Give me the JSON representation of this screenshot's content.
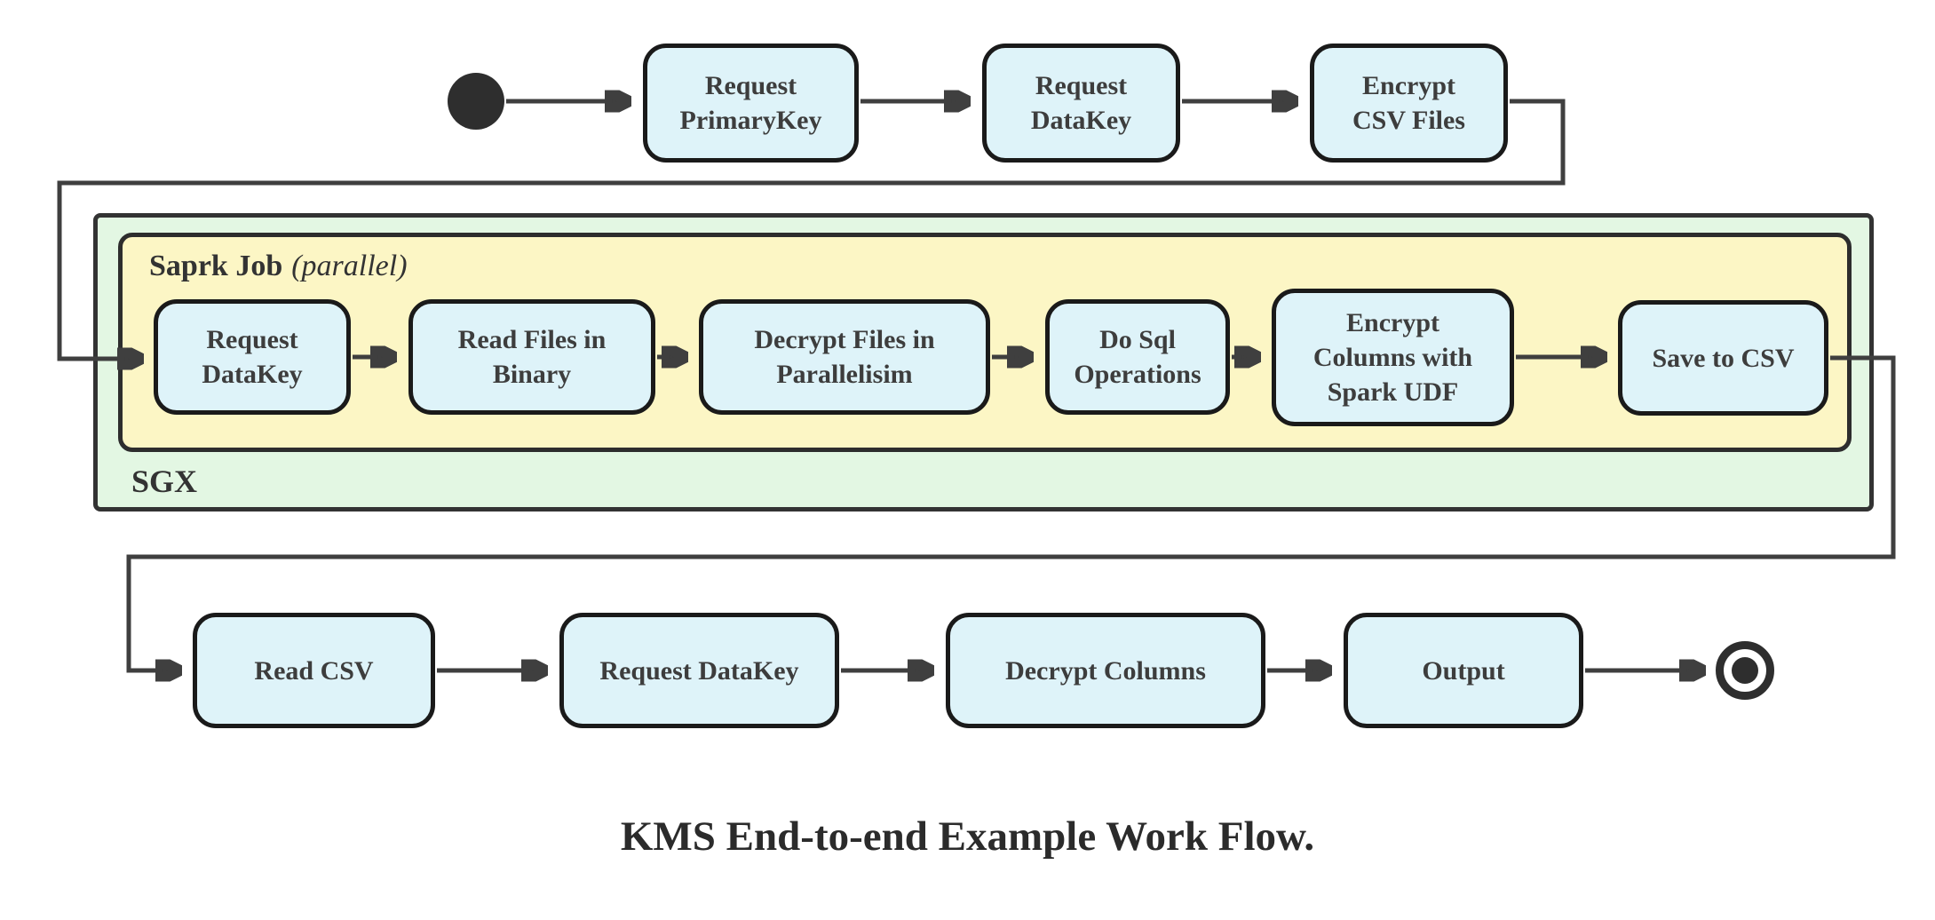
{
  "caption": "KMS End-to-end Example Work Flow.",
  "colors": {
    "node_fill": "#def3f9",
    "node_border": "#1a1a1a",
    "node_text": "#3d3d3d",
    "spark_container_fill": "#fcf6c5",
    "spark_container_border": "#2d2d2d",
    "sgx_container_fill": "#e3f7e3",
    "sgx_container_border": "#333333",
    "edge_color": "#3f3f3f",
    "start_end_node_color": "#2e2e2e"
  },
  "containers": {
    "spark_job": {
      "label": "Saprk Job",
      "annotation": "(parallel)"
    },
    "sgx": {
      "label": "SGX"
    }
  },
  "nodes": {
    "request_primarykey": "Request PrimaryKey",
    "request_datakey_top": "Request DataKey",
    "encrypt_csv_files": "Encrypt CSV Files",
    "request_datakey_sgx": "Request DataKey",
    "read_files_in_binary": "Read Files in Binary",
    "decrypt_files_in_parallelisim": "Decrypt Files in Parallelisim",
    "do_sql_operations": "Do Sql Operations",
    "encrypt_columns_with_spark_udf": "Encrypt Columns with Spark UDF",
    "save_to_csv": "Save to CSV",
    "read_csv": "Read CSV",
    "request_datakey_bottom": "Request DataKey",
    "decrypt_columns": "Decrypt Columns",
    "output": "Output"
  }
}
